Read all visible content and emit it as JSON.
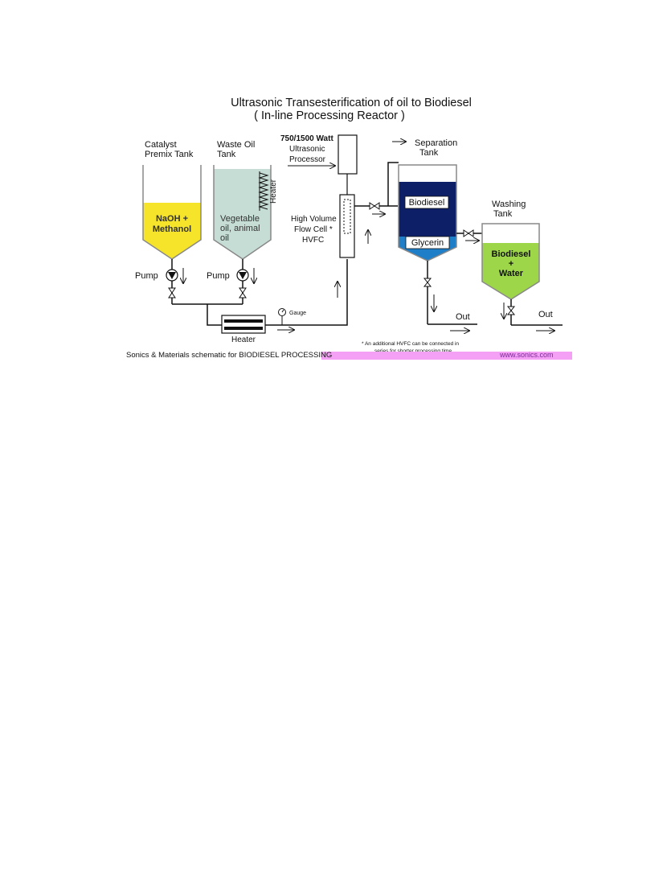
{
  "title": {
    "line1": "Ultrasonic Transesterification of oil to Biodiesel",
    "line2": "( In-line Processing Reactor )"
  },
  "catalyst_tank": {
    "label_line1": "Catalyst",
    "label_line2": "Premix Tank",
    "content_line1": "NaOH +",
    "content_line2": "Methanol",
    "fill_color": "#f5e42a"
  },
  "waste_oil_tank": {
    "label_line1": "Waste Oil",
    "label_line2": "Tank",
    "content_line1": "Vegetable",
    "content_line2": "oil, animal",
    "content_line3": "oil",
    "heater_label": "Heater",
    "fill_color": "#c6ddd6"
  },
  "pumps": [
    "Pump",
    "Pump"
  ],
  "processor": {
    "label_line1": "750/1500 Watt",
    "label_line2": "Ultrasonic",
    "label_line3": "Processor"
  },
  "flow_cell": {
    "label_line1": "High Volume",
    "label_line2": "Flow Cell *",
    "label_line3": "HVFC"
  },
  "separation_tank": {
    "label_line1": "Separation",
    "label_line2": "Tank",
    "top_layer": "Biodiesel",
    "bottom_layer": "Glycerin",
    "top_color": "#0d1f66",
    "bottom_color": "#1e7ec8"
  },
  "washing_tank": {
    "label_line1": "Washing",
    "label_line2": "Tank",
    "content_line1": "Biodiesel",
    "content_line2": "+",
    "content_line3": "Water",
    "fill_color": "#9ed64a"
  },
  "heater_label": "Heater",
  "gauge_label": "Gauge",
  "outputs": [
    "Out",
    "Out"
  ],
  "footnote": {
    "line1": "* An additional HVFC can be connected in",
    "line2": "series for shorter processing time..."
  },
  "footer": {
    "left_text": "Sonics & Materials schematic for BIODIESEL PROCESSING",
    "right_text": "www.sonics.com",
    "bar_color": "#f4a0f4"
  }
}
